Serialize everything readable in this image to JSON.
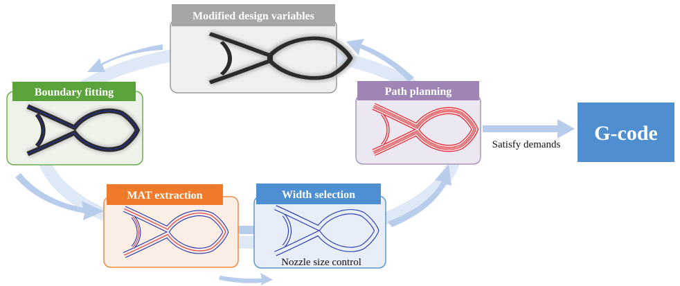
{
  "stages": {
    "modified": {
      "title": "Modified design variables",
      "header_color": "#a6a6a6",
      "fill": "#efefef",
      "border": "#9a9a9a"
    },
    "boundary": {
      "title": "Boundary fitting",
      "header_color": "#5aa33a",
      "fill": "#eef3e9",
      "border": "#6aad48"
    },
    "path": {
      "title": "Path planning",
      "header_color": "#9f85b5",
      "fill": "#ece8f1",
      "border": "#a796b7"
    },
    "mat": {
      "title": "MAT extraction",
      "header_color": "#ef7b2a",
      "fill": "#fbeee5",
      "border": "#ef8a44"
    },
    "width": {
      "title": "Width selection",
      "header_color": "#4d8fd0",
      "fill": "#e7eef8",
      "border": "#5c96cf"
    }
  },
  "output": {
    "label": "G-code",
    "color": "#4f8fd0"
  },
  "captions": {
    "satisfy": "Satisfy demands",
    "nozzle": "Nozzle size control"
  },
  "colors": {
    "cycle_arrow": "#b8cdec",
    "ring": "#dfe9f6",
    "structure_dark": "#2b2b2b",
    "path_red": "#e8323c",
    "outline_blue": "#1f2fb0",
    "medial_red": "#e8323c"
  },
  "icons": {
    "arrow_to_gcode": "right-arrow",
    "cycle": "cycle-arrows"
  }
}
